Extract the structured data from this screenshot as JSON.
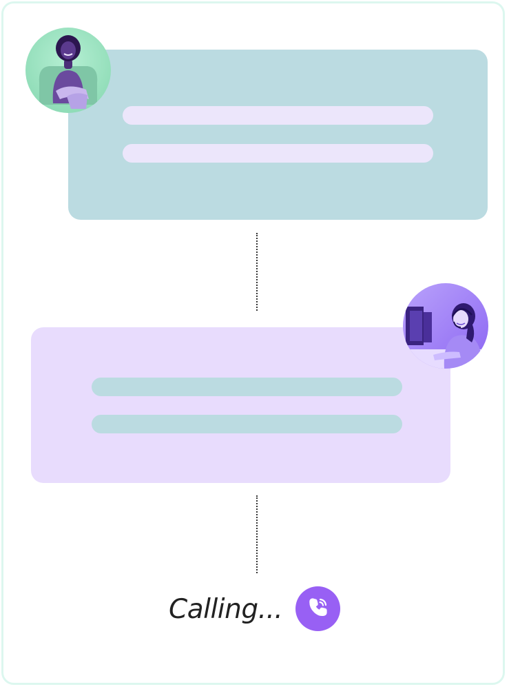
{
  "status": {
    "calling_label": "Calling..."
  },
  "avatars": {
    "customer": {
      "icon": "customer-avatar",
      "tint": "#9be3c1"
    },
    "agent": {
      "icon": "support-agent-avatar",
      "tint": "#8f6af5"
    }
  },
  "colors": {
    "customer_card": "#bbdbe1",
    "agent_card": "#e8dcfd",
    "call_button": "#9860f4"
  },
  "icons": {
    "call": "phone-call-icon"
  }
}
